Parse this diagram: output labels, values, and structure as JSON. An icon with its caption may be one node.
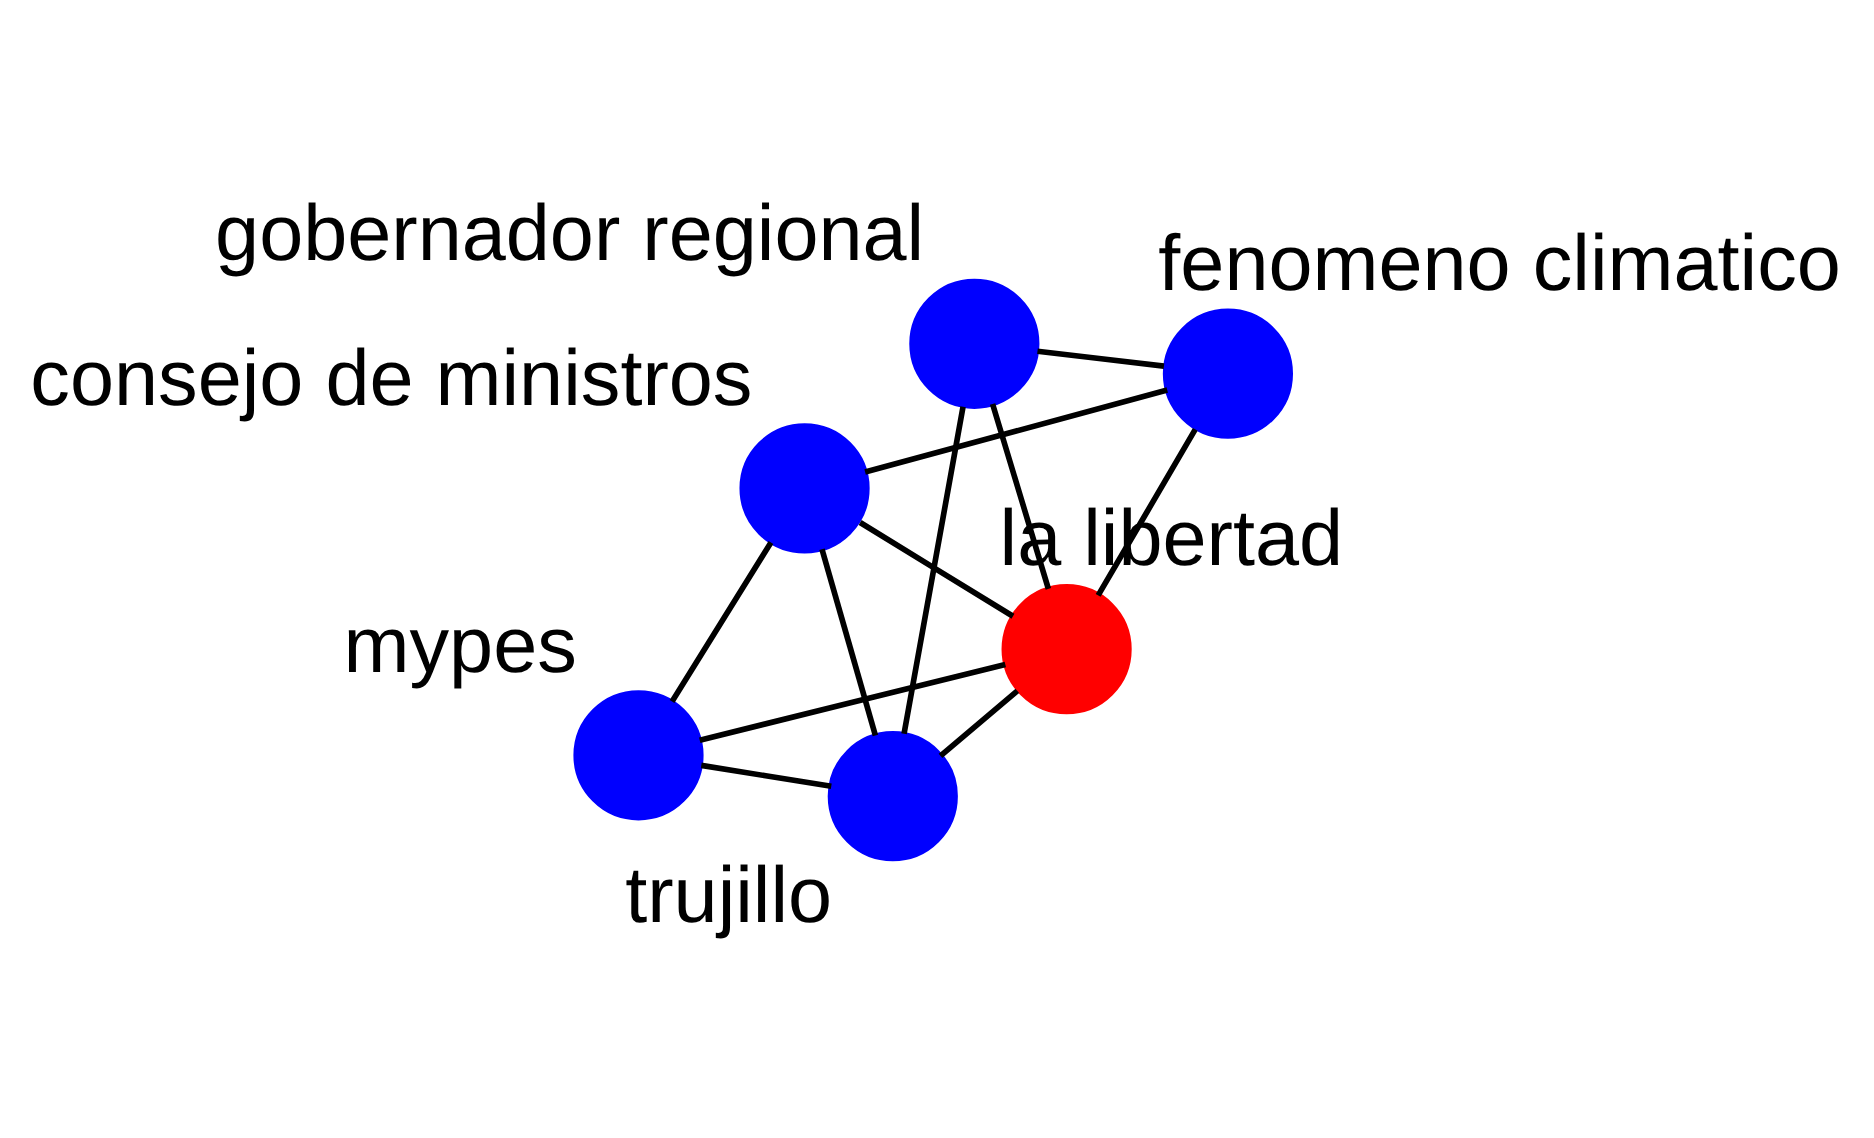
{
  "diagram": {
    "nodes": [
      {
        "text": [],
        "shape": "circle",
        "beside": [
          "fenomeno climatico"
        ]
      },
      {
        "text": [],
        "shape": "circle",
        "beside": [
          "consejo de ministros"
        ]
      },
      {
        "text": [],
        "shape": "circle",
        "beside": [
          "la libertad"
        ]
      },
      {
        "text": [],
        "shape": "circle",
        "beside": [
          "mypes"
        ]
      },
      {
        "text": [],
        "shape": "circle",
        "beside": [
          "gobernador regional"
        ]
      },
      {
        "text": [],
        "shape": "circle",
        "beside": [
          "trujillo"
        ]
      }
    ],
    "edges": [
      {
        "from": 0,
        "to": 1,
        "arrow": "none"
      },
      {
        "from": 0,
        "to": 2,
        "arrow": "none"
      },
      {
        "from": 0,
        "to": 4,
        "arrow": "none"
      },
      {
        "from": 1,
        "to": 2,
        "arrow": "none"
      },
      {
        "from": 1,
        "to": 5,
        "arrow": "none"
      },
      {
        "from": 1,
        "to": 3,
        "arrow": "none"
      },
      {
        "from": 2,
        "to": 3,
        "arrow": "none"
      },
      {
        "from": 2,
        "to": 4,
        "arrow": "none"
      },
      {
        "from": 2,
        "to": 5,
        "arrow": "none"
      },
      {
        "from": 4,
        "to": 5,
        "arrow": "none"
      },
      {
        "from": 5,
        "to": 3,
        "arrow": "none"
      }
    ]
  }
}
